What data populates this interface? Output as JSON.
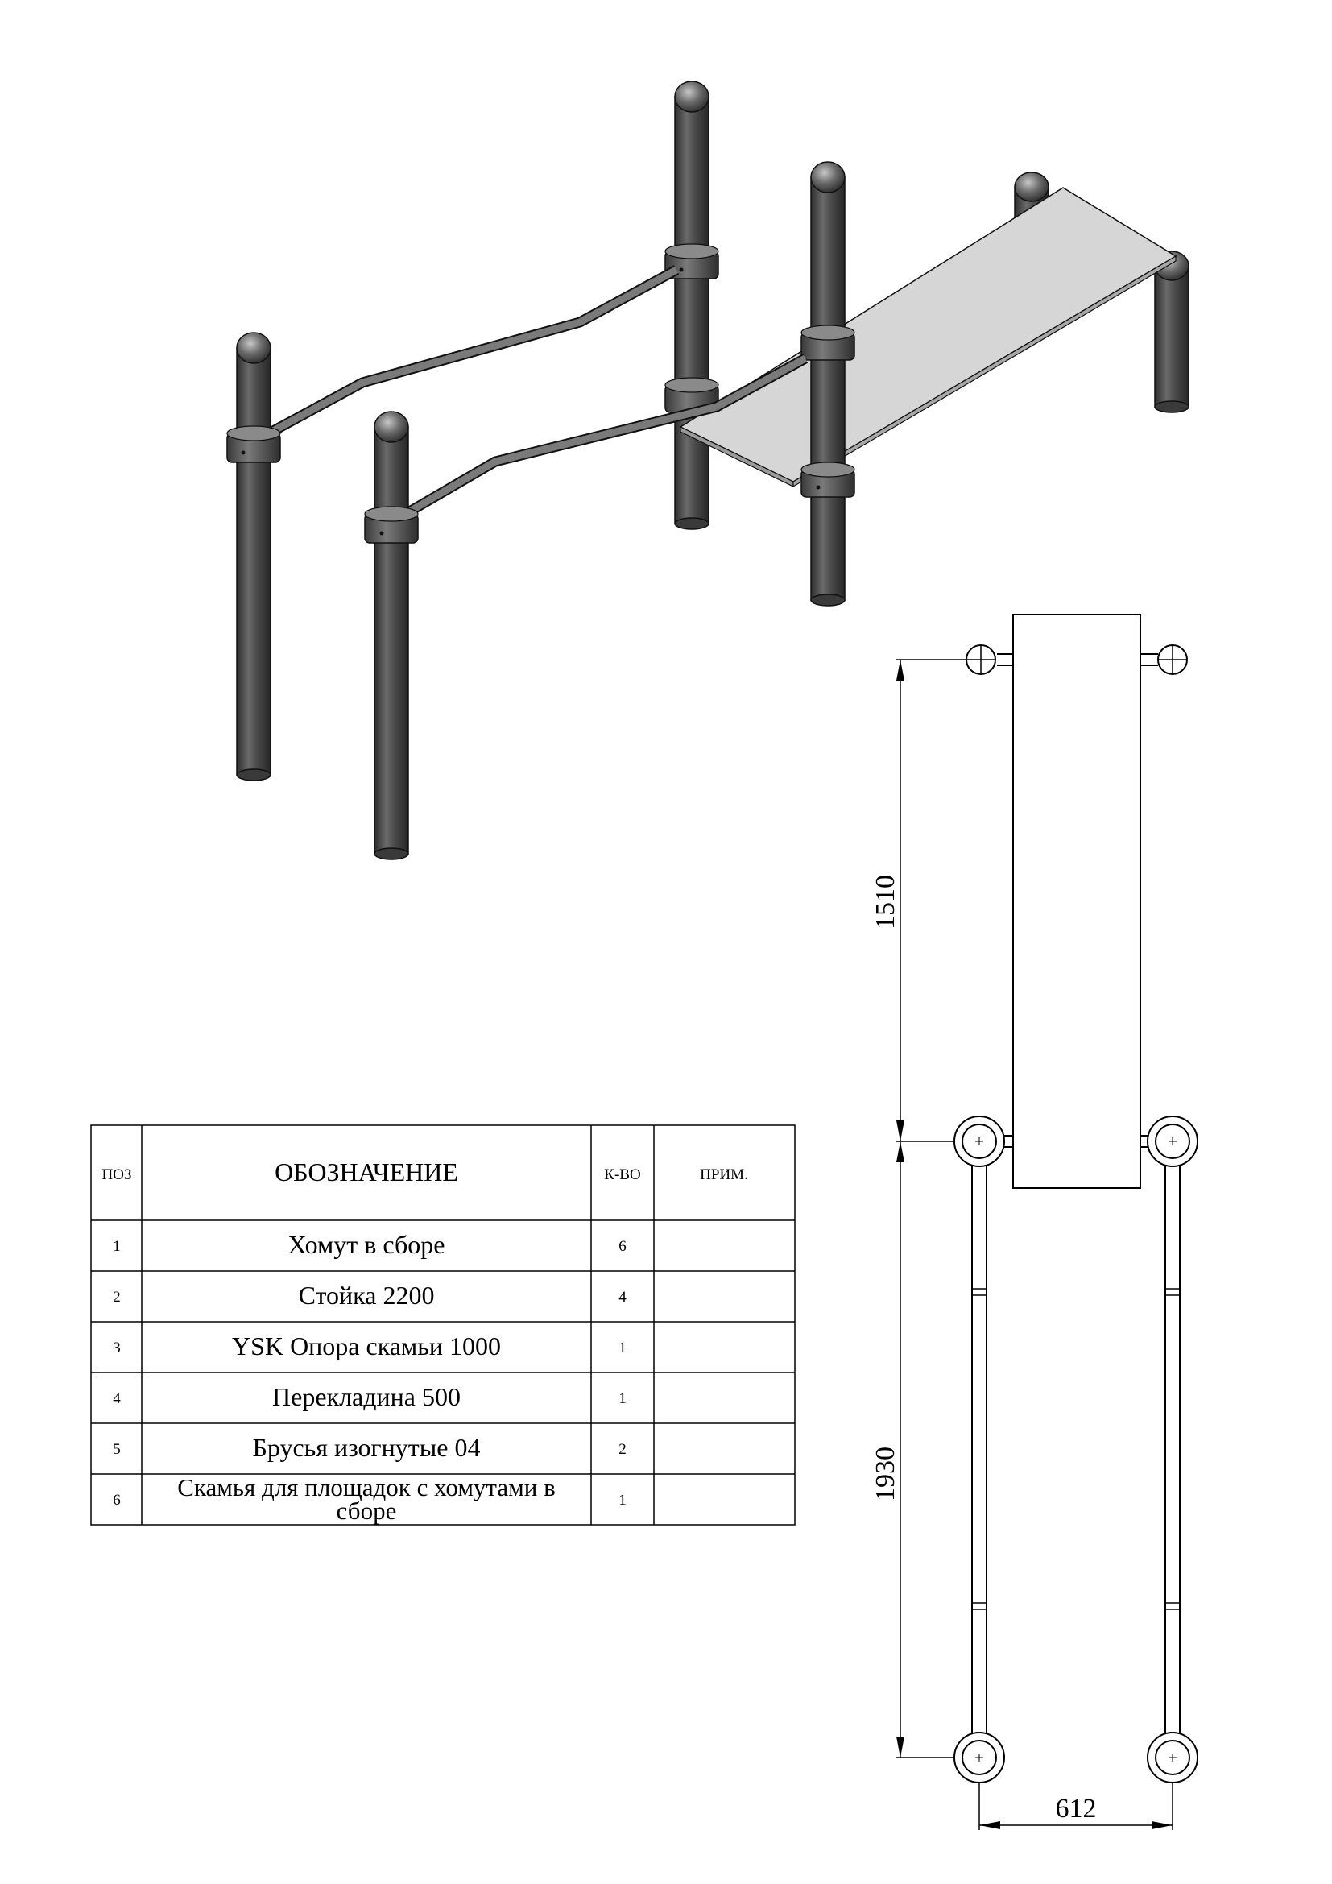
{
  "spec_table": {
    "headers": {
      "pos": "ПОЗ",
      "designation": "ОБОЗНАЧЕНИЕ",
      "qty": "К-ВО",
      "note": "ПРИМ."
    },
    "rows": [
      {
        "pos": "1",
        "designation": "Хомут в сборе",
        "qty": "6",
        "note": ""
      },
      {
        "pos": "2",
        "designation": "Стойка 2200",
        "qty": "4",
        "note": ""
      },
      {
        "pos": "3",
        "designation": "YSK Опора скамьи 1000",
        "qty": "1",
        "note": ""
      },
      {
        "pos": "4",
        "designation": "Перекладина 500",
        "qty": "1",
        "note": ""
      },
      {
        "pos": "5",
        "designation": "Брусья изогнутые 04",
        "qty": "2",
        "note": ""
      },
      {
        "pos": "6",
        "designation_line1": "Скамья для площадок с хомутами в",
        "designation_line2": "сборе",
        "qty": "1",
        "note": ""
      }
    ]
  },
  "dimensions": {
    "bench_length": "1510",
    "bars_length": "1930",
    "width": "612"
  },
  "colors": {
    "post": "#4a4a4a",
    "post_highlight": "#8e8e8e",
    "bench_top": "#d4d4d4",
    "line": "#000000"
  }
}
